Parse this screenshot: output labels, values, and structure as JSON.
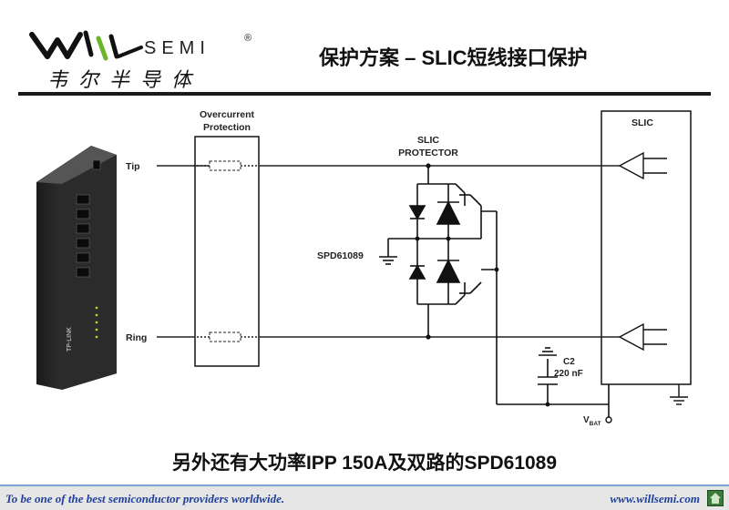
{
  "logo": {
    "brand": "SEMI",
    "registered": "®",
    "chinese_name": "韦尔半导体"
  },
  "title": "保护方案 – SLIC短线接口保护",
  "diagram": {
    "overcurrent_label_1": "Overcurrent",
    "overcurrent_label_2": "Protection",
    "tip_label": "Tip",
    "ring_label": "Ring",
    "protector_label_1": "SLIC",
    "protector_label_2": "PROTECTOR",
    "part_label": "SPD61089",
    "slic_label": "SLIC",
    "cap_label": "C2",
    "cap_value": "220 nF",
    "vbat_main": "V",
    "vbat_sub": "BAT"
  },
  "router": {
    "brand_text": "TP-LINK"
  },
  "caption": "另外还有大功率IPP 150A及双路的SPD61089",
  "footer": {
    "slogan": "To be one of the best semiconductor providers worldwide.",
    "url": "www.willsemi.com"
  },
  "colors": {
    "footer_text": "#1f3f9b",
    "footer_bg": "#e6e6e6",
    "home_button": "#3c7c3a"
  }
}
